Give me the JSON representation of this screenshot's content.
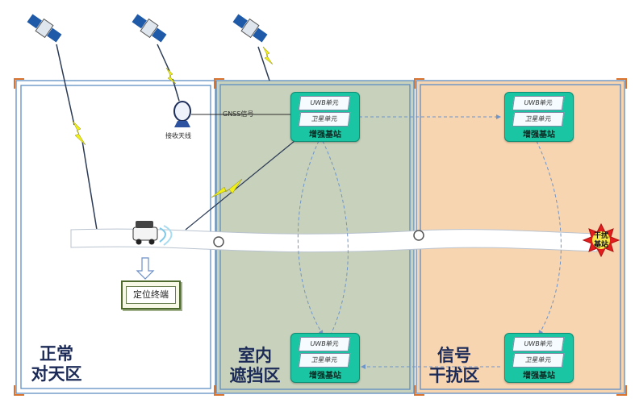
{
  "zones": {
    "open_sky": [
      "正常",
      "对天区"
    ],
    "indoor": [
      "室内",
      "遮挡区"
    ],
    "interference": [
      "信号",
      "干扰区"
    ]
  },
  "receiver": {
    "label": "接收天线",
    "signal_label": "GNSS信号"
  },
  "station": {
    "uwb_unit": "UWB单元",
    "sat_unit": "卫星单元",
    "name": "增强基站"
  },
  "terminal": {
    "label": "定位终端"
  },
  "jammer": {
    "line1": "干扰",
    "line2": "基站"
  },
  "colors": {
    "indoor_fill": "#c8d1bb",
    "interference_fill": "#f8d5b1",
    "station_fill": "#19c5a2"
  }
}
